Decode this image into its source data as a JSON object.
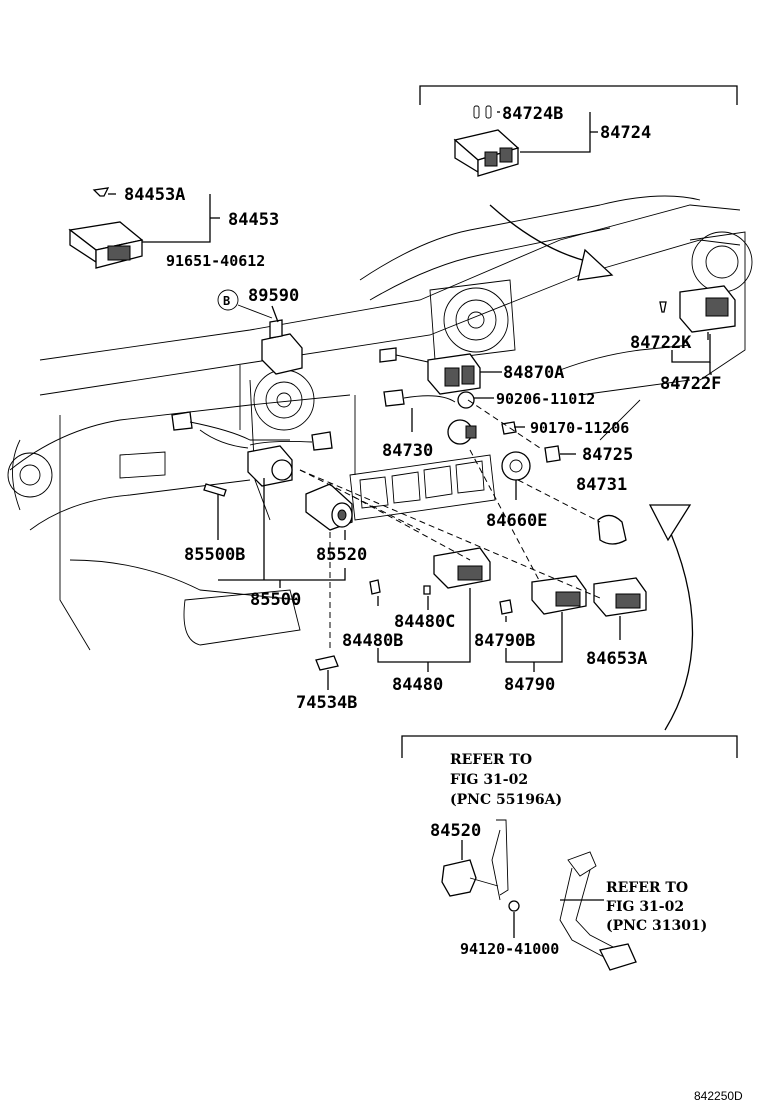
{
  "labels": {
    "p84724B": "84724B",
    "p84724": "84724",
    "p84453A": "84453A",
    "p84453": "84453",
    "p91651": "91651-40612",
    "p89590": "89590",
    "circleB": "B",
    "p84722K": "84722K",
    "p84722F": "84722F",
    "p84870A": "84870A",
    "p90206": "90206-11012",
    "p90170": "90170-11206",
    "p84730": "84730",
    "p84725": "84725",
    "p84731": "84731",
    "p84660E": "84660E",
    "p85500B": "85500B",
    "p85520": "85520",
    "p85500": "85500",
    "p84480C": "84480C",
    "p84480B": "84480B",
    "p84790B": "84790B",
    "p84653A": "84653A",
    "p84480": "84480",
    "p84790": "84790",
    "p74534B": "74534B",
    "p84520": "84520",
    "p94120": "94120-41000"
  },
  "refer1": {
    "line1": "REFER TO",
    "line2": "FIG 31-02",
    "line3": "(PNC 55196A)"
  },
  "refer2": {
    "line1": "REFER TO",
    "line2": "FIG 31-02",
    "line3": "(PNC 31301)"
  },
  "figure_code": "842250D"
}
